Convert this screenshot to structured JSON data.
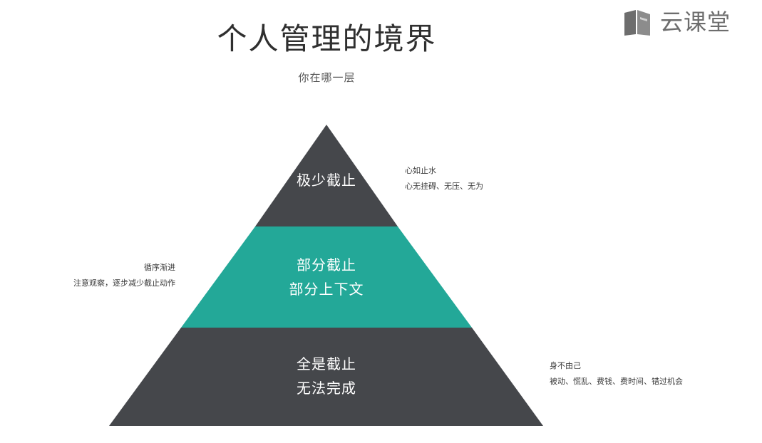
{
  "logo": {
    "text": "云课堂"
  },
  "title": "个人管理的境界",
  "subtitle": "你在哪一层",
  "colors": {
    "dark": "#45474b",
    "teal": "#23a898",
    "text": "#3a3a3a"
  },
  "levels": [
    {
      "fill": "dark",
      "lines": [
        "极少截止"
      ],
      "note": [
        "心如止水",
        "心无挂碍、无压、无为"
      ]
    },
    {
      "fill": "teal",
      "lines": [
        "部分截止",
        "部分上下文"
      ],
      "note": [
        "循序渐进",
        "注意观察，逐步减少截止动作"
      ]
    },
    {
      "fill": "dark",
      "lines": [
        "全是截止",
        "无法完成"
      ],
      "note": [
        "身不由己",
        "被动、慌乱、费钱、费时间、错过机会"
      ]
    }
  ]
}
